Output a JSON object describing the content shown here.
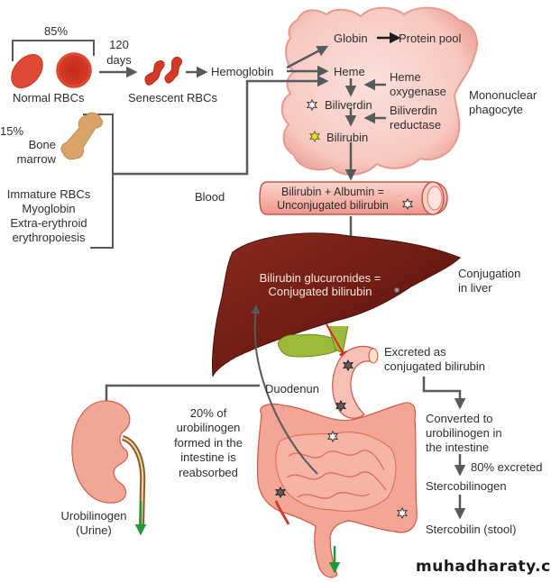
{
  "title": "Bilirubin metabolism",
  "colors": {
    "arrow": "#555a5c",
    "rbc": "#d9402e",
    "macrophage": "#f7c9c2",
    "liver": "#6e1c14",
    "gallbladder": "#9dbb3a",
    "intestine": "#f4a595",
    "kidney": "#f2a794",
    "excretion_arrow": "#1f9a3a",
    "bile_arrow": "#e0261b",
    "star_yellow": "#e6e62a"
  },
  "sources": {
    "normal_percent": "85%",
    "lifespan_line1": "120",
    "lifespan_line2": "days",
    "normal_rbcs": "Normal RBCs",
    "senescent_rbcs": "Senescent RBCs",
    "hemoglobin": "Hemoglobin",
    "marrow_percent": "15%",
    "bone_line1": "Bone",
    "bone_line2": "marrow",
    "other_sources": [
      "Immature RBCs",
      "Myoglobin",
      "Extra-erythroid",
      "erythropoiesis"
    ],
    "blood": "Blood"
  },
  "phagocyte": {
    "globin": "Globin",
    "protein_pool": "Protein pool",
    "heme": "Heme",
    "heme_oxygenase_line1": "Heme",
    "heme_oxygenase_line2": "oxygenase",
    "biliverdin": "Biliverdin",
    "biliverdin_reductase_line1": "Biliverdin",
    "biliverdin_reductase_line2": "reductase",
    "bilirubin": "Bilirubin",
    "cell_label_line1": "Mononuclear",
    "cell_label_line2": "phagocyte"
  },
  "vessel": {
    "line1": "Bilirubin + Albumin =",
    "line2": "Unconjugated bilirubin"
  },
  "liver": {
    "line1": "Bilirubin glucuronides =",
    "line2": "Conjugated bilirubin",
    "label_line1": "Conjugation",
    "label_line2": "in liver"
  },
  "intestine": {
    "duodenum": "Duodenun",
    "excreted_line1": "Excreted as",
    "excreted_line2": "conjugated bilirubin",
    "converted": [
      "Converted to",
      "urobilinogen in",
      "the intestine"
    ],
    "excreted_percent": "80% excreted",
    "stercobilinogen": "Stercobilinogen",
    "stercobilin": "Stercobilin (stool)",
    "reabsorbed": [
      "20% of",
      "urobilinogen",
      "formed in the",
      "intestine is",
      "reabsorbed"
    ]
  },
  "kidney": {
    "line1": "Urobilinogen",
    "line2": "(Urine)"
  },
  "watermark": "muhadharaty.com"
}
